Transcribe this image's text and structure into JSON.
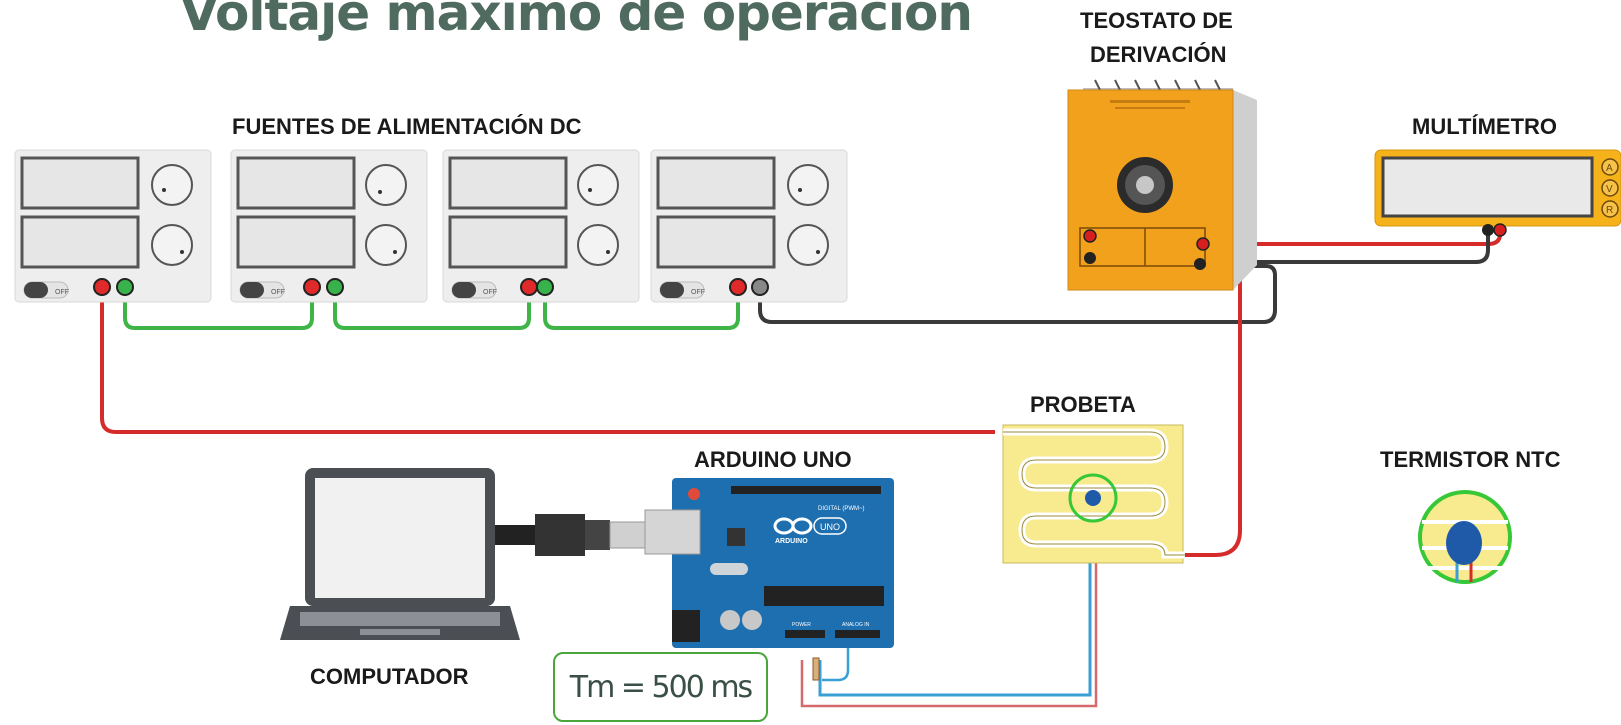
{
  "title": "Voltaje máximo de operación",
  "labels": {
    "power_supplies": "FUENTES DE ALIMENTACIÓN DC",
    "rheostat_line1": "TEOSTATO DE",
    "rheostat_line2": "DERIVACIÓN",
    "multimeter": "MULTÍMETRO",
    "probe": "PROBETA",
    "arduino": "ARDUINO UNO",
    "computer": "COMPUTADOR",
    "thermistor": "TERMISTOR NTC"
  },
  "sampling": {
    "text": "Tm = 500 ms"
  },
  "supplies": [
    {
      "switch_label": "OFF"
    },
    {
      "switch_label": "OFF"
    },
    {
      "switch_label": "OFF"
    },
    {
      "switch_label": "OFF"
    }
  ],
  "multimeter_buttons": [
    "A",
    "V",
    "R"
  ],
  "arduino_board": {
    "logo_text": "ARDUINO",
    "model_text": "UNO",
    "digital_header": "DIGITAL (PWM~)",
    "power_header": "POWER",
    "analog_header": "ANALOG IN"
  },
  "colors": {
    "wire_red": "#d62b2b",
    "wire_green": "#3fb548",
    "wire_black": "#3a3a3a",
    "wire_blue": "#3a9fd5",
    "highlight_green": "#37c837",
    "arduino_blue": "#1e6fb0",
    "rheostat_orange": "#f2a11c",
    "multimeter_yellow": "#f5b21a",
    "probe_yellow": "#f8ea8e"
  },
  "icons": [
    "usb-plug-icon",
    "power-switch-icon",
    "arduino-logo-icon"
  ]
}
